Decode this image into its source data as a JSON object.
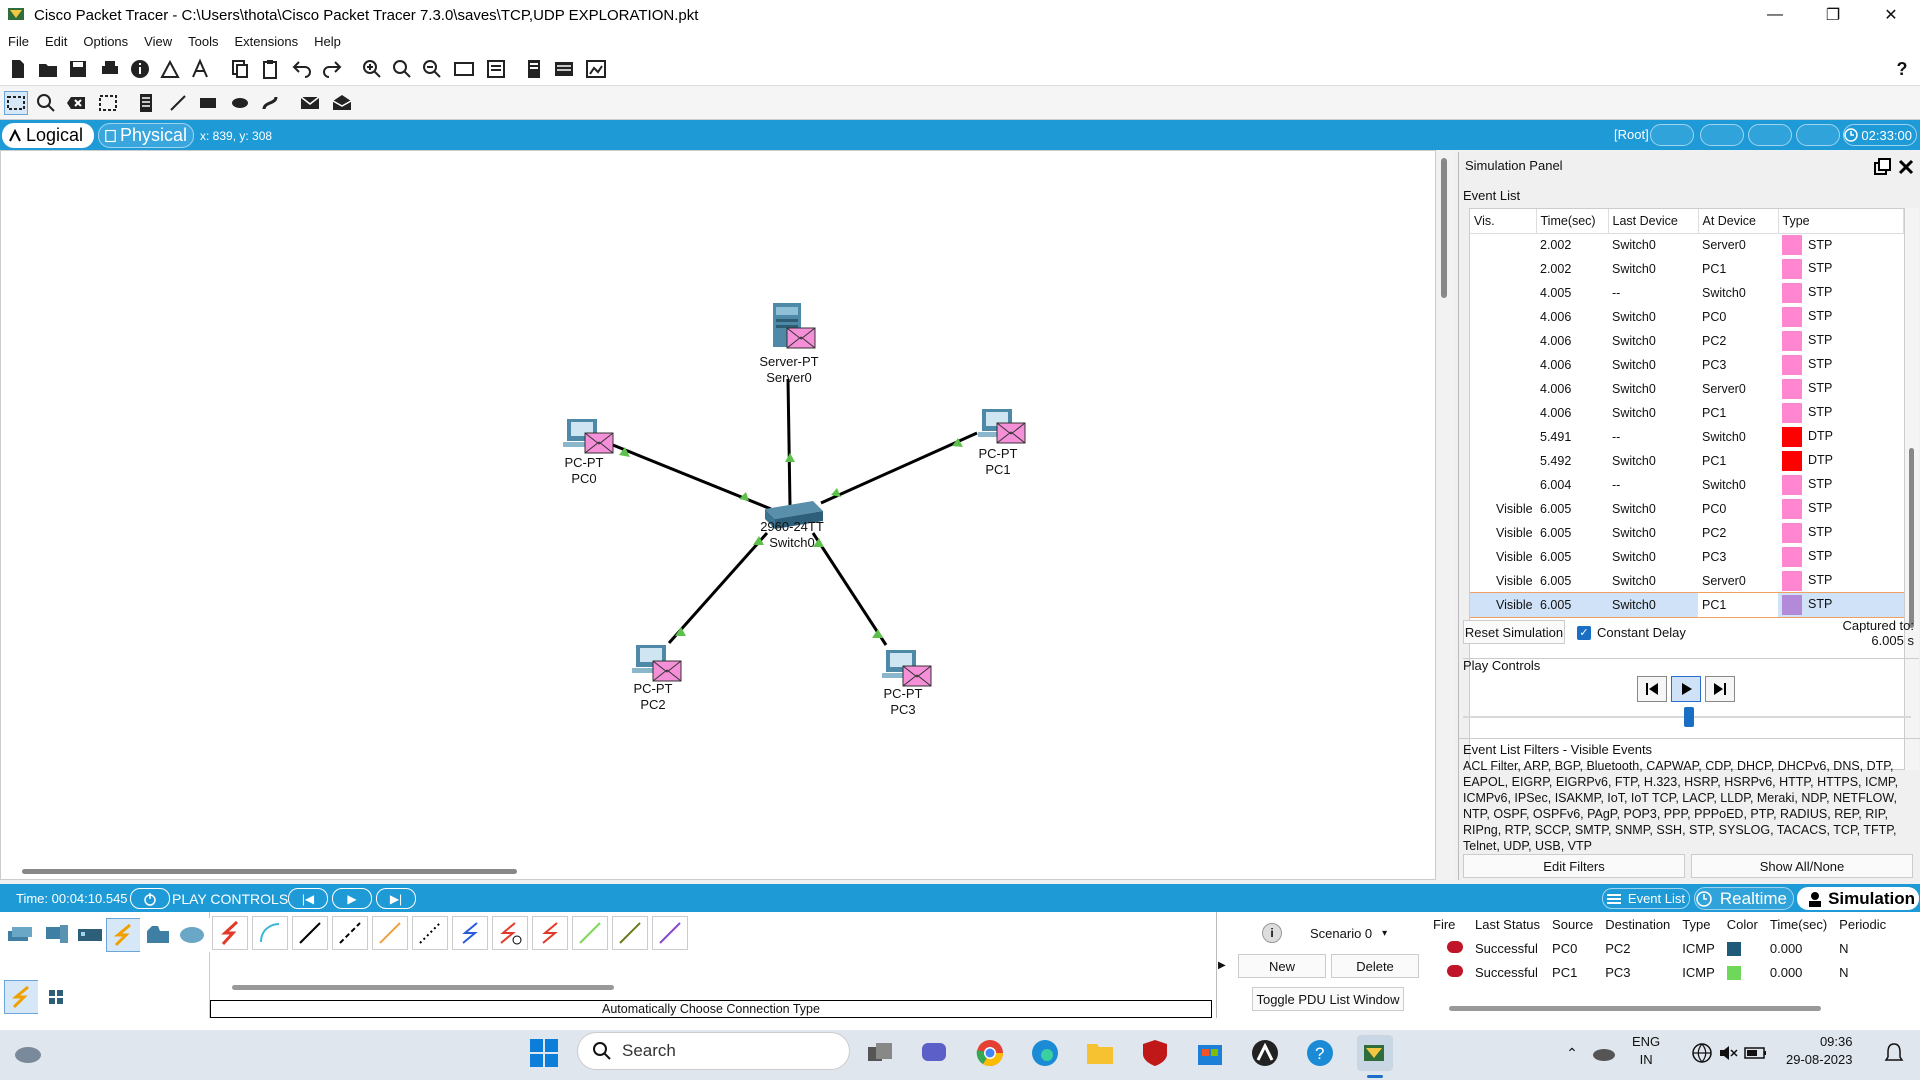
{
  "window": {
    "title": "Cisco Packet Tracer - C:\\Users\\thota\\Cisco Packet Tracer 7.3.0\\saves\\TCP,UDP EXPLORATION.pkt",
    "minimize": "—",
    "maximize": "❐",
    "close": "✕"
  },
  "menu": [
    "File",
    "Edit",
    "Options",
    "View",
    "Tools",
    "Extensions",
    "Help"
  ],
  "help_icon": "?",
  "workspace_bar": {
    "logical_tab": "Logical",
    "physical_tab": "Physical",
    "coords": "x: 839, y: 308",
    "root_label": "[Root]",
    "clock": "02:33:00"
  },
  "devices": [
    {
      "model": "Server-PT",
      "name": "Server0"
    },
    {
      "model": "PC-PT",
      "name": "PC0"
    },
    {
      "model": "PC-PT",
      "name": "PC1"
    },
    {
      "model": "2960-24TT",
      "name": "Switch0"
    },
    {
      "model": "PC-PT",
      "name": "PC2"
    },
    {
      "model": "PC-PT",
      "name": "PC3"
    }
  ],
  "simulation_panel": {
    "title": "Simulation Panel",
    "event_list_label": "Event List",
    "columns": [
      "Vis.",
      "Time(sec)",
      "Last Device",
      "At Device",
      "Type"
    ],
    "events": [
      {
        "vis": "",
        "time": "2.002",
        "last": "Switch0",
        "at": "Server0",
        "type": "STP",
        "color": "#ff86d0"
      },
      {
        "vis": "",
        "time": "2.002",
        "last": "Switch0",
        "at": "PC1",
        "type": "STP",
        "color": "#ff86d0"
      },
      {
        "vis": "",
        "time": "4.005",
        "last": "--",
        "at": "Switch0",
        "type": "STP",
        "color": "#ff86d0"
      },
      {
        "vis": "",
        "time": "4.006",
        "last": "Switch0",
        "at": "PC0",
        "type": "STP",
        "color": "#ff86d0"
      },
      {
        "vis": "",
        "time": "4.006",
        "last": "Switch0",
        "at": "PC2",
        "type": "STP",
        "color": "#ff86d0"
      },
      {
        "vis": "",
        "time": "4.006",
        "last": "Switch0",
        "at": "PC3",
        "type": "STP",
        "color": "#ff86d0"
      },
      {
        "vis": "",
        "time": "4.006",
        "last": "Switch0",
        "at": "Server0",
        "type": "STP",
        "color": "#ff86d0"
      },
      {
        "vis": "",
        "time": "4.006",
        "last": "Switch0",
        "at": "PC1",
        "type": "STP",
        "color": "#ff86d0"
      },
      {
        "vis": "",
        "time": "5.491",
        "last": "--",
        "at": "Switch0",
        "type": "DTP",
        "color": "#ff0000"
      },
      {
        "vis": "",
        "time": "5.492",
        "last": "Switch0",
        "at": "PC1",
        "type": "DTP",
        "color": "#ff0000"
      },
      {
        "vis": "",
        "time": "6.004",
        "last": "--",
        "at": "Switch0",
        "type": "STP",
        "color": "#ff86d0"
      },
      {
        "vis": "Visible",
        "time": "6.005",
        "last": "Switch0",
        "at": "PC0",
        "type": "STP",
        "color": "#ff86d0"
      },
      {
        "vis": "Visible",
        "time": "6.005",
        "last": "Switch0",
        "at": "PC2",
        "type": "STP",
        "color": "#ff86d0"
      },
      {
        "vis": "Visible",
        "time": "6.005",
        "last": "Switch0",
        "at": "PC3",
        "type": "STP",
        "color": "#ff86d0"
      },
      {
        "vis": "Visible",
        "time": "6.005",
        "last": "Switch0",
        "at": "Server0",
        "type": "STP",
        "color": "#ff86d0"
      },
      {
        "vis": "Visible",
        "time": "6.005",
        "last": "Switch0",
        "at": "PC1",
        "type": "STP",
        "color": "#b28ad8"
      }
    ],
    "reset_button": "Reset Simulation",
    "constant_delay": "Constant Delay",
    "captured_label": "Captured to:",
    "captured_value": "6.005 s",
    "play_controls_label": "Play Controls",
    "filters_title": "Event List Filters - Visible Events",
    "filters_text": "ACL Filter, ARP, BGP, Bluetooth, CAPWAP, CDP, DHCP, DHCPv6, DNS, DTP, EAPOL, EIGRP, EIGRPv6, FTP, H.323, HSRP, HSRPv6, HTTP, HTTPS, ICMP, ICMPv6, IPSec, ISAKMP, IoT, IoT TCP, LACP, LLDP, Meraki, NDP, NETFLOW, NTP, OSPF, OSPFv6, PAgP, POP3, PPP, PPPoED, PTP, RADIUS, REP, RIP, RIPng, RTP, SCCP, SMTP, SNMP, SSH, STP, SYSLOG, TACACS, TCP, TFTP, Telnet, UDP, USB, VTP",
    "edit_filters": "Edit Filters",
    "show_all": "Show All/None"
  },
  "bottom_bar": {
    "time": "Time: 00:04:10.545",
    "play_controls": "PLAY CONTROLS",
    "event_list": "Event List",
    "realtime": "Realtime",
    "simulation": "Simulation"
  },
  "connection_label": "Automatically Choose Connection Type",
  "scenario": {
    "info_icon": "i",
    "selected": "Scenario 0",
    "new": "New",
    "delete": "Delete",
    "toggle": "Toggle PDU List Window"
  },
  "pdu_list": {
    "columns": [
      "Fire",
      "Last Status",
      "Source",
      "Destination",
      "Type",
      "Color",
      "Time(sec)",
      "Periodic"
    ],
    "rows": [
      {
        "status": "Successful",
        "source": "PC0",
        "dest": "PC2",
        "type": "ICMP",
        "color": "#1f5a78",
        "time": "0.000",
        "periodic": "N"
      },
      {
        "status": "Successful",
        "source": "PC1",
        "dest": "PC3",
        "type": "ICMP",
        "color": "#6fd85a",
        "time": "0.000",
        "periodic": "N"
      }
    ]
  },
  "taskbar": {
    "search": "Search",
    "lang1": "ENG",
    "lang2": "IN",
    "time": "09:36",
    "date": "29-08-2023"
  }
}
